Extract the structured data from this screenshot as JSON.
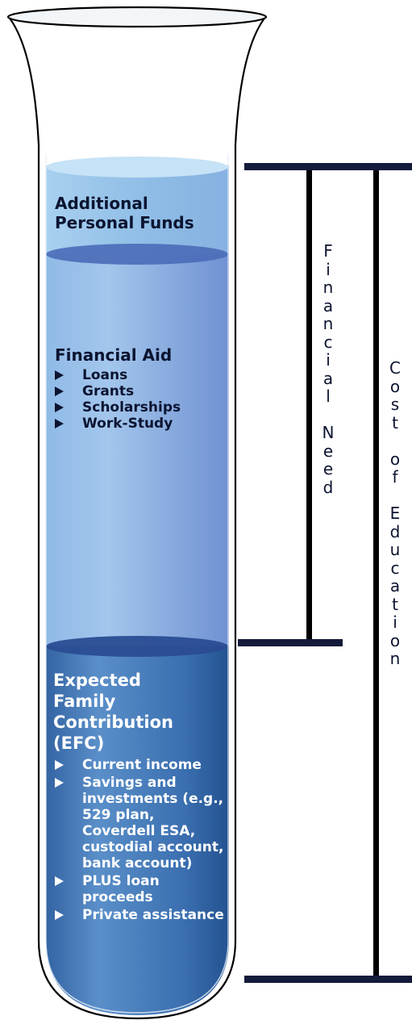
{
  "tube": {
    "top_section": {
      "title": "Additional Personal Funds"
    },
    "middle_section": {
      "title": "Financial Aid",
      "items": [
        "Loans",
        "Grants",
        "Scholarships",
        "Work-Study"
      ]
    },
    "bottom_section": {
      "title": "Expected Family Contribution (EFC)",
      "items": [
        "Current income",
        "Savings and investments (e.g., 529 plan, Coverdell ESA, custodial account, bank account)",
        "PLUS loan proceeds",
        "Private assistance"
      ]
    }
  },
  "brackets": {
    "financial_need": "Financial Need",
    "cost_of_education": "Cost of Education"
  },
  "colors": {
    "liquid_top": "#9ec8ea",
    "liquid_middle": "#7fa6dc",
    "liquid_bottom": "#2f68a4",
    "bracket": "#141a3a"
  }
}
